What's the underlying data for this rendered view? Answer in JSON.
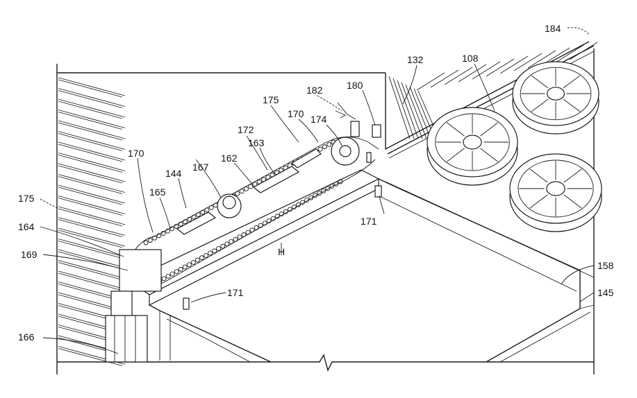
{
  "figure": {
    "labels": {
      "l184": "184",
      "l132": "132",
      "l108": "108",
      "l182": "182",
      "l180": "180",
      "l175a": "175",
      "l170a": "170",
      "l174": "174",
      "l172": "172",
      "l163": "163",
      "l170b": "170",
      "l167": "167",
      "l162": "162",
      "l144": "144",
      "l165": "165",
      "l175b": "175",
      "l164": "164",
      "l169": "169",
      "l171a": "171",
      "lH": "H",
      "l158": "158",
      "l145": "145",
      "l171b": "171",
      "l166": "166"
    }
  }
}
